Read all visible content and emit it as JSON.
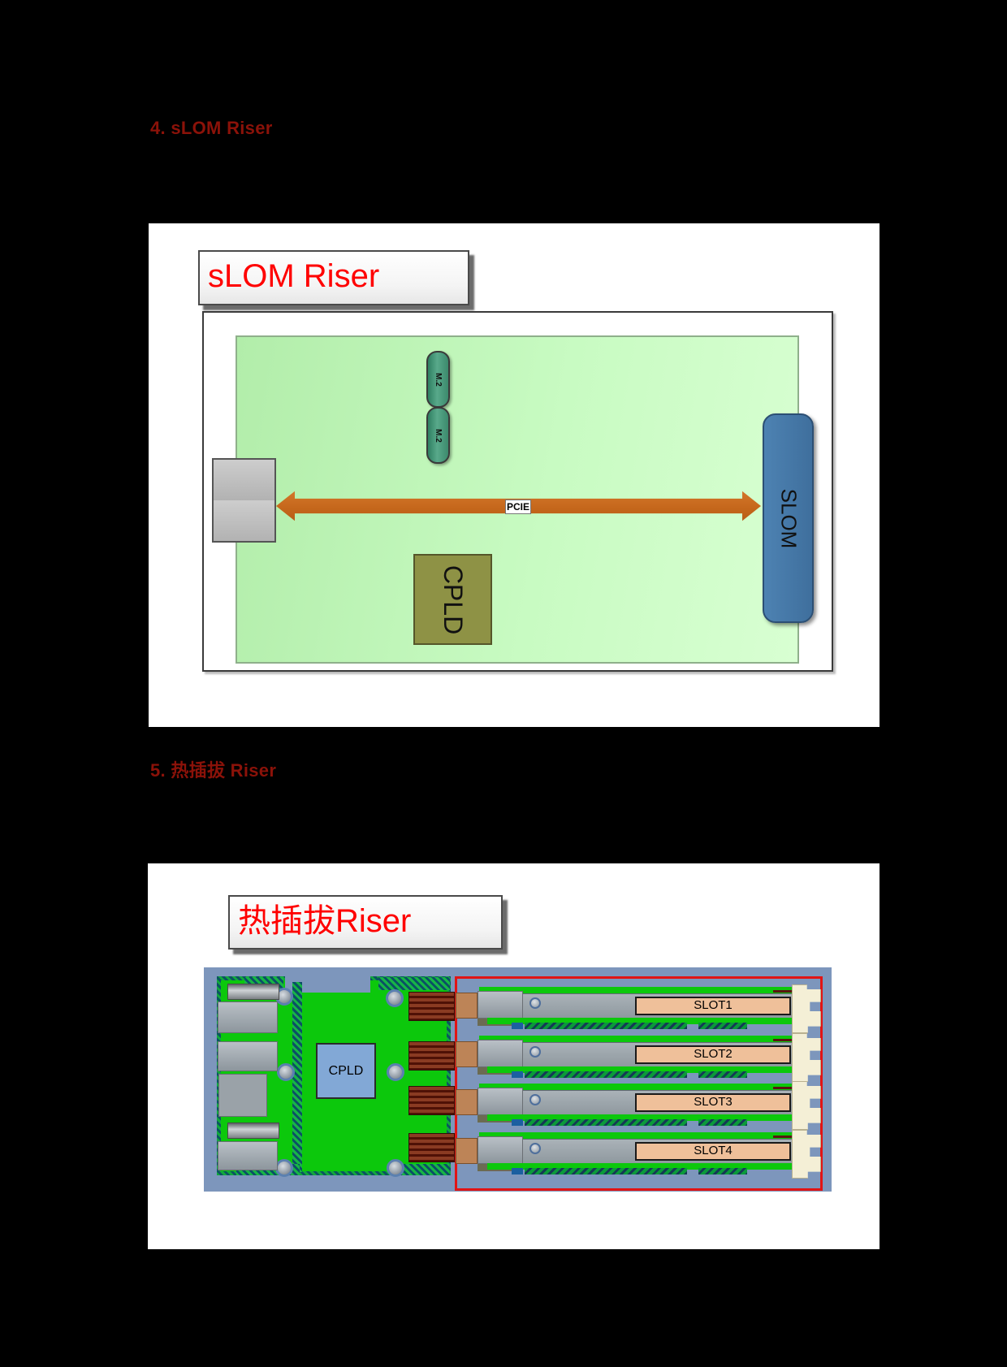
{
  "doc": {
    "section4_heading": "4. sLOM Riser",
    "section5_heading": "5. 热插拔 Riser"
  },
  "fig1": {
    "title": "sLOM Riser",
    "m2_labels": [
      "M.2",
      "M.2"
    ],
    "pcie_label": "PCIE",
    "cpld_label": "CPLD",
    "slom_label": "SLOM"
  },
  "fig2": {
    "title": "热插拔Riser",
    "cpld_label": "CPLD",
    "slot_labels": [
      "SLOT1",
      "SLOT2",
      "SLOT3",
      "SLOT4"
    ]
  },
  "palette": {
    "page_background": "#000000",
    "heading_red": "#8B1209",
    "title_red": "#FF0000",
    "board_light_green": "#C8FBC2",
    "arrow_orange": "#C4661B",
    "slom_blue": "#4478A8",
    "cpld_olive": "#8E9245",
    "m2_teal": "#4E9E7E",
    "pcb_green": "#0CC80C",
    "photo_slate_blue": "#7D96BC",
    "slot_label_tan": "#EFC09A",
    "highlight_red": "#E21414",
    "cpld2_blue": "#82A8D6",
    "bracket_cream": "#F4EFD6"
  }
}
